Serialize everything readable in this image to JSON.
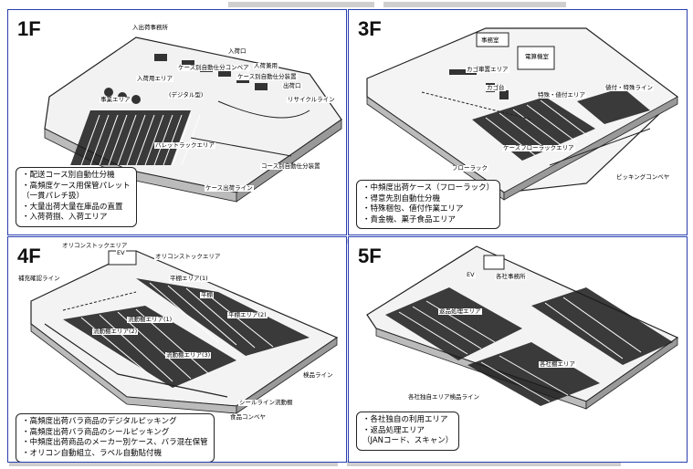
{
  "panels": [
    {
      "floor": "1F",
      "labels": [
        "入出荷事務所",
        "入荷口",
        "入荷用エリア",
        "事業エリア",
        "パレットラックエリア",
        "人荷兼用",
        "ケース別自動仕分コンベア",
        "(デジタル型)",
        "ケース別自動仕分装置",
        "リサイクルライン",
        "ケース出荷ライン",
        "出荷口",
        "コース別自動仕分装置"
      ],
      "notes": [
        "配送コース別自動仕分機",
        "高頻度ケース用保管パレット",
        "（一貫パレチ扱）",
        "大量出荷大量在庫品の直置",
        "入荷荷捌、入荷エリア"
      ]
    },
    {
      "floor": "3F",
      "labels": [
        "事務室",
        "電算機室",
        "カゴ車置エリア",
        "カゴ台",
        "特殊・値付エリア",
        "値付・特殊ライン",
        "ケースフローラックエリア",
        "フローラック",
        "ピッキングコンベヤ"
      ],
      "notes": [
        "中頻度出荷ケース（フローラック）",
        "得意先別自動仕分機",
        "特殊梱包、値付作業エリア",
        "貴金機、菓子食品エリア"
      ]
    },
    {
      "floor": "4F",
      "labels": [
        "オリコンストックエリア",
        "EV",
        "オリコンストックエリア",
        "補充確認ライン",
        "平棚エリア(1)",
        "平棚",
        "平棚エリア(2)",
        "流動棚エリア(1)",
        "流動棚エリア(2)",
        "流動棚エリア(3)",
        "検品ライン",
        "シールライン流動棚",
        "食品コンベヤ"
      ],
      "notes": [
        "高頻度出荷バラ商品のデジタルピッキング",
        "高頻度出荷バラ商品のシールピッキング",
        "中頻度出荷商品のメーカー別ケース、バラ混在保管",
        "オリコン自動組立、ラベル自動貼付機"
      ]
    },
    {
      "floor": "5F",
      "labels": [
        "EV",
        "各社事務所",
        "返品処理エリア",
        "各社棚エリア",
        "各社独自エリア検品ライン"
      ],
      "notes": [
        "各社独自の利用エリア",
        "返品処理エリア",
        "（JANコード、スキャン）"
      ]
    }
  ]
}
